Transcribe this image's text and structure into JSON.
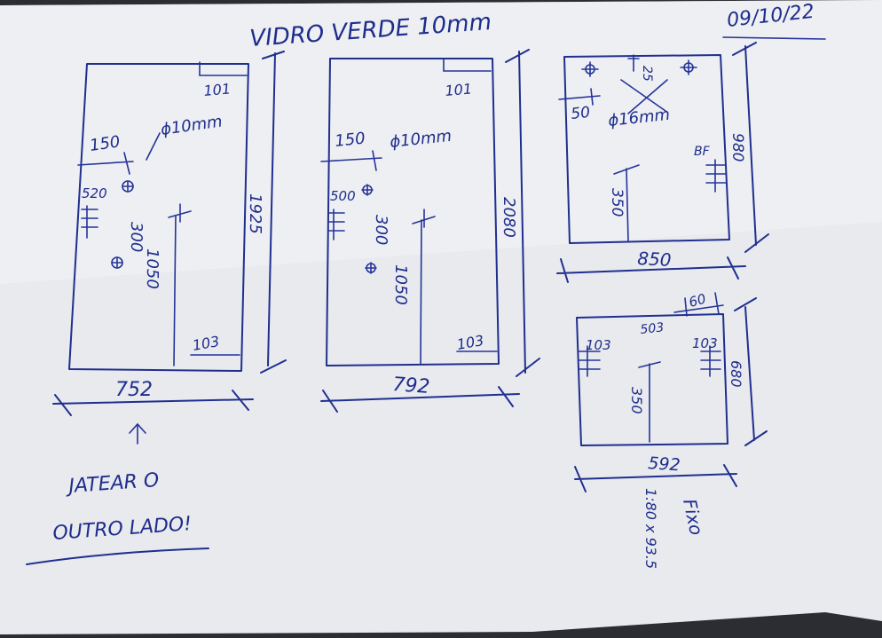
{
  "header": {
    "title": "VIDRO VERDE 10mm",
    "date": "09/10/22"
  },
  "panel_a": {
    "top_corner": "101",
    "hole_offset": "150",
    "hole_diameter": "ϕ10mm",
    "hole_height": "520",
    "hole_spacing": "300",
    "handle_height": "1050",
    "notch": "103",
    "width": "752",
    "height": "1925",
    "note_line1": "JATEAR O",
    "note_line2": "OUTRO LADO!"
  },
  "panel_b": {
    "top_corner": "101",
    "hole_offset": "150",
    "hole_diameter": "ϕ10mm",
    "hole_height": "500",
    "hole_spacing": "300",
    "handle_height": "1050",
    "notch": "103",
    "width": "792",
    "height": "2080"
  },
  "panel_c": {
    "hole_offset": "50",
    "hole_spacing": "25",
    "hole_diameter": "ϕ16mm",
    "mark": "BF",
    "height_mark": "350",
    "width": "850",
    "height": "980"
  },
  "panel_d": {
    "top_offset": "60",
    "top_mark": "503",
    "left_mark": "103",
    "right_mark": "103",
    "height_mark": "350",
    "width": "592",
    "height": "680"
  },
  "side_note": {
    "label": "Fixo",
    "size": "1:80 x 93.5"
  }
}
